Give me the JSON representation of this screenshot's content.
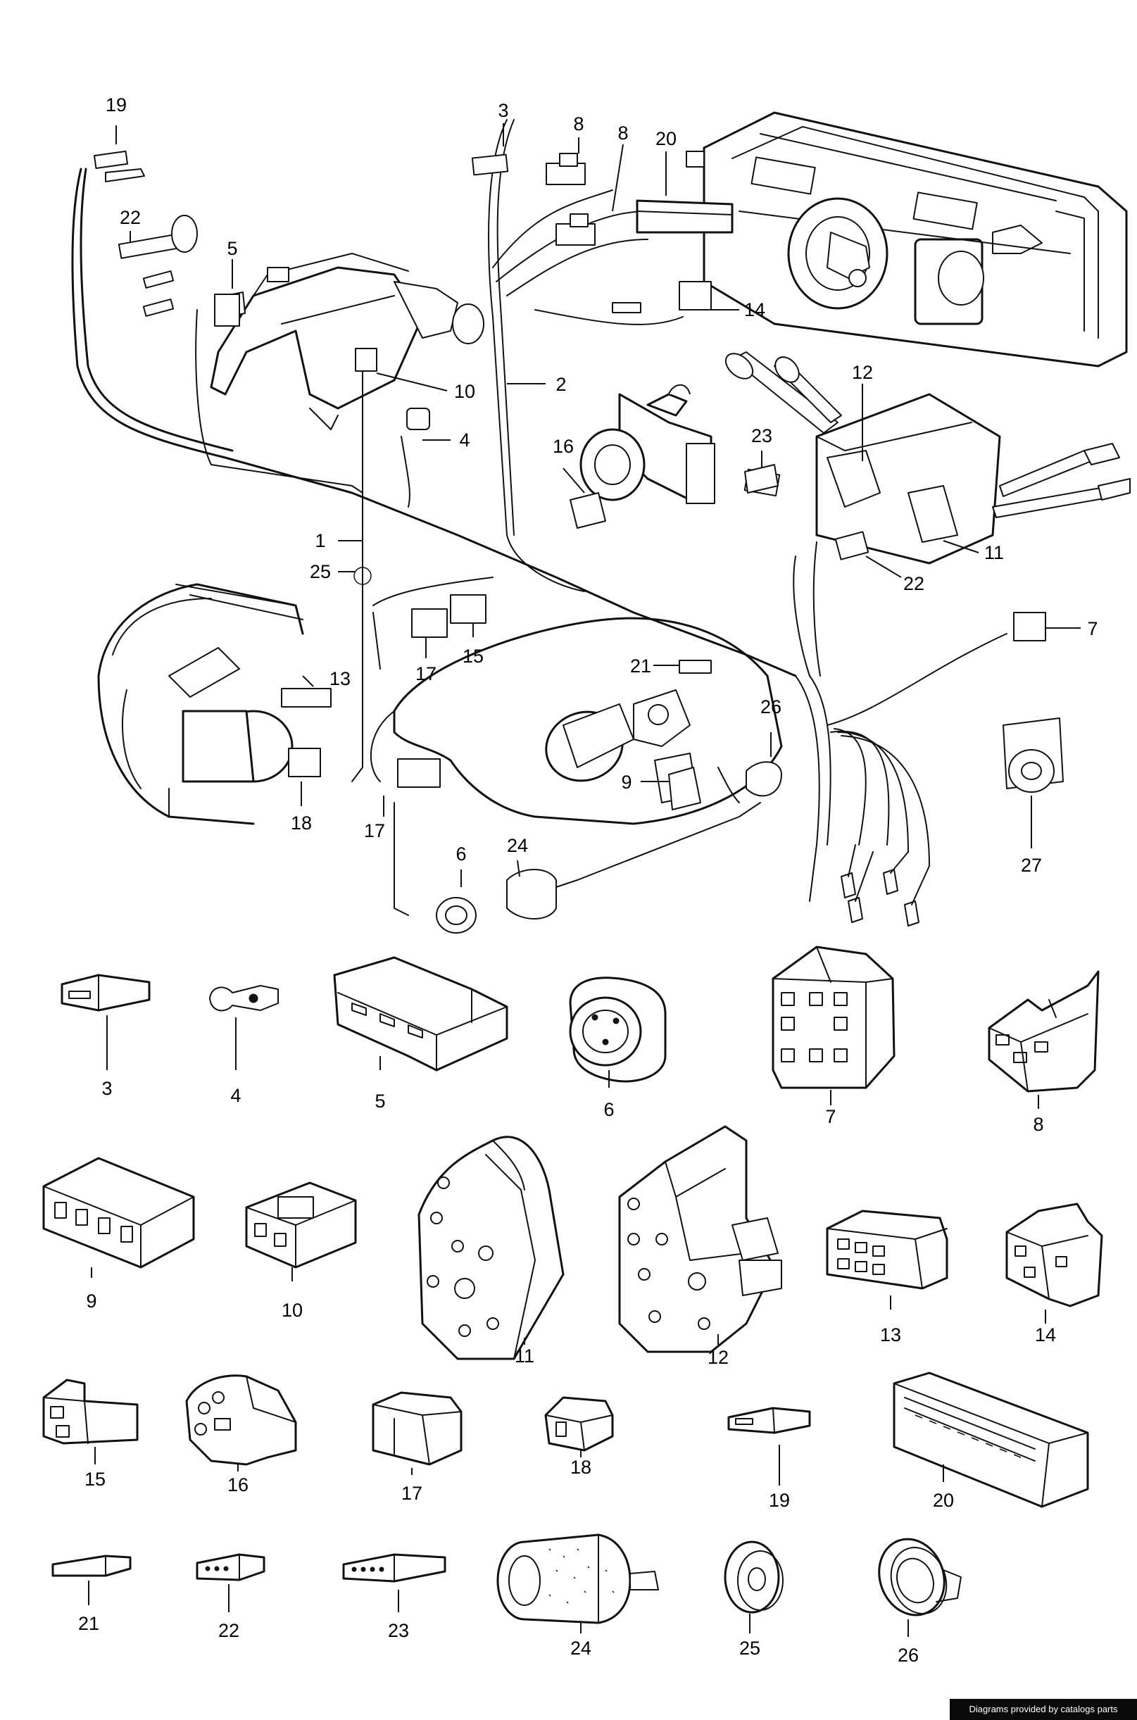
{
  "diagram": {
    "labels": [
      "1",
      "2",
      "3",
      "4",
      "5",
      "6",
      "7",
      "8",
      "9",
      "10",
      "11",
      "12",
      "13",
      "14",
      "15",
      "16",
      "17",
      "18",
      "19",
      "20",
      "21",
      "22",
      "23",
      "24",
      "25",
      "26",
      "27"
    ],
    "assembly_callouts": [
      "19",
      "3",
      "8",
      "8",
      "20",
      "22",
      "5",
      "14",
      "2",
      "10",
      "4",
      "12",
      "23",
      "16",
      "11",
      "22",
      "1",
      "25",
      "7",
      "17",
      "15",
      "21",
      "13",
      "26",
      "9",
      "18",
      "17",
      "27",
      "6",
      "24"
    ],
    "parts_catalog": [
      "3",
      "4",
      "5",
      "6",
      "7",
      "8",
      "9",
      "10",
      "11",
      "12",
      "13",
      "14",
      "15",
      "16",
      "17",
      "18",
      "19",
      "20",
      "21",
      "22",
      "23",
      "24",
      "25",
      "26"
    ]
  },
  "footer": {
    "attribution": "Diagrams provided by catalogs parts"
  }
}
